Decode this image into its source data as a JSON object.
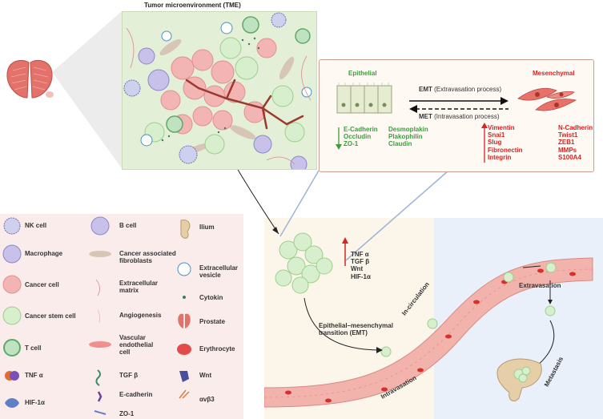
{
  "tme": {
    "title": "Tumor microenvironment (TME)"
  },
  "emt_box": {
    "epithelial_title": "Epithelial",
    "mesenchymal_title": "Mesenchymal",
    "emt_label_bold": "EMT",
    "emt_label_rest": " (Extravasation process)",
    "met_label_bold": "MET",
    "met_label_rest": " (Intravasation process)",
    "epithelial_markers_col1": [
      "E-Cadherin",
      "Occludin",
      "ZO-1"
    ],
    "epithelial_markers_col2": [
      "Desmoplakin",
      "Plakophilin",
      "Claudin"
    ],
    "mesenchymal_markers_col1": [
      "Vimentin",
      "Snai1",
      "Slug",
      "Fibronectin",
      "Integrin"
    ],
    "mesenchymal_markers_col2": [
      "N-Cadherin",
      "Twist1",
      "ZEB1",
      "MMPs",
      "S100A4"
    ],
    "colors": {
      "epithelial": "#3e9b3e",
      "mesenchymal": "#d42424"
    }
  },
  "legend": {
    "col1": [
      "NK cell",
      "Macrophage",
      "Cancer cell",
      "Cancer stem cell",
      "T cell",
      "TNF α",
      "HIF-1α"
    ],
    "col2": [
      "B cell",
      "Cancer associated fibroblasts",
      "Extracellular matrix",
      "Angiogenesis",
      "Vascular endothelial cell",
      "TGF β",
      "E-cadherin",
      "ZO-1"
    ],
    "col3": [
      "Ilium",
      "Extracellular vesicle",
      "Cytokin",
      "Prostate",
      "Erythrocyte",
      "Wnt",
      "αvβ3"
    ]
  },
  "process": {
    "factors": [
      "TNF α",
      "TGF β",
      "Wnt",
      "HIF-1α"
    ],
    "emt_caption": "Epithelial–mesenchymal transition (EMT)",
    "in_circulation": "In-circulation",
    "intravasation": "Intravasation",
    "extravasation": "Extravasation",
    "metastasis": "Metastasis"
  }
}
